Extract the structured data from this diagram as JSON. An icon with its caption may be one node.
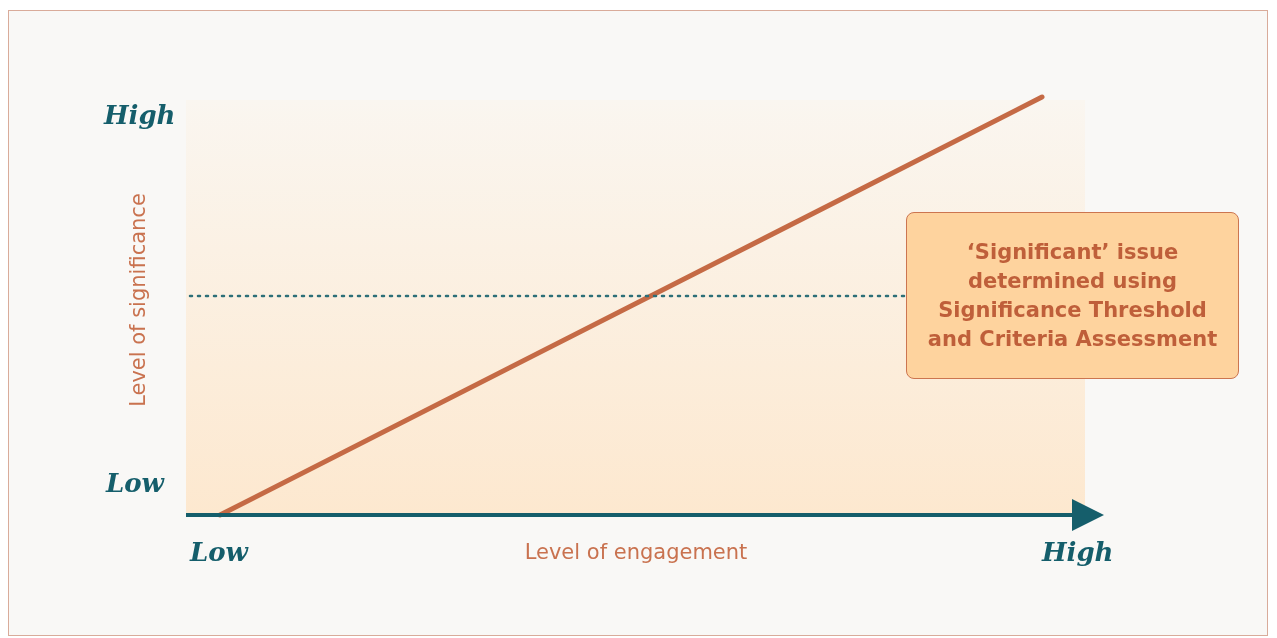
{
  "diagram": {
    "nodes": [
      {
        "text": [
          "‘Significant’ issue determined using Significance Threshold and Criteria Assessment"
        ]
      }
    ],
    "labels": [
      "High",
      "Level of significance",
      "Low",
      "Low",
      "Level of engagement",
      "High"
    ]
  }
}
